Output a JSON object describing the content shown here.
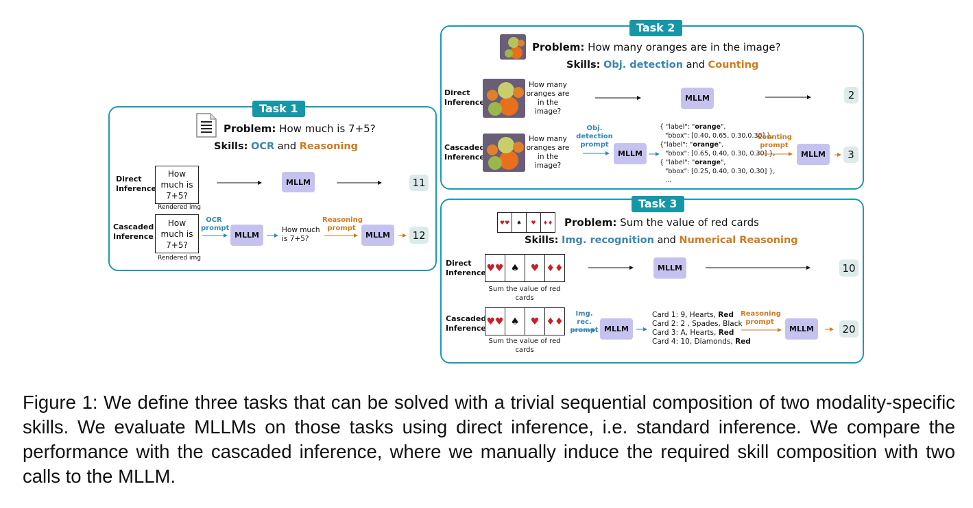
{
  "task1": {
    "title": "Task 1",
    "problem_label": "Problem:",
    "problem_text": "How much is 7+5?",
    "skills_label": "Skills:",
    "skill_a": "OCR",
    "and": "and",
    "skill_b": "Reasoning",
    "direct_label": "Direct\nInference",
    "cascaded_label": "Cascaded\nInference",
    "rendered_text": "How much is 7+5?",
    "rendered_caption": "Rendered img",
    "mllm": "MLLM",
    "direct_answer": "11",
    "ocr_prompt": "OCR prompt",
    "intermediate": "How much is  7+5?",
    "reasoning_prompt": "Reasoning prompt",
    "cascaded_answer": "12"
  },
  "task2": {
    "title": "Task 2",
    "problem_label": "Problem:",
    "problem_text": "How many oranges are in the image?",
    "skills_label": "Skills:",
    "skill_a": "Obj. detection",
    "and": "and",
    "skill_b": "Counting",
    "direct_label": "Direct\nInference",
    "cascaded_label": "Cascaded\nInference",
    "question": "How many oranges are in the image?",
    "mllm": "MLLM",
    "direct_answer": "2",
    "det_prompt": "Obj. detection prompt",
    "json_lines": [
      "{ \"label\": \"orange\",",
      "\"bbox\": [0.40, 0.65, 0.30,0.30] },",
      "{\"label\": \"orange\",",
      "\"bbox\": [0.65, 0.40, 0.30, 0.30] },",
      "{ \"label\": \"orange\",",
      "\"bbox\": [0.25, 0.40, 0.30, 0.30] },",
      "..."
    ],
    "count_prompt": "Counting prompt",
    "cascaded_answer": "3"
  },
  "task3": {
    "title": "Task 3",
    "problem_label": "Problem:",
    "problem_text": "Sum the value of red cards",
    "skills_label": "Skills:",
    "skill_a": "Img. recognition",
    "and": "and",
    "skill_b": "Numerical Reasoning",
    "direct_label": "Direct\nInference",
    "cascaded_label": "Cascaded\nInference",
    "cards_caption": "Sum the value of red cards",
    "mllm": "MLLM",
    "direct_answer": "10",
    "rec_prompt": "Img. rec. prompt",
    "card_lines": [
      {
        "pre": "Card 1: 9, Hearts, ",
        "color": "Red"
      },
      {
        "pre": "Card 2: 2 , Spades, Black",
        "color": ""
      },
      {
        "pre": "Card 3: A, Hearts, ",
        "color": "Red"
      },
      {
        "pre": "Card 4: 10, Diamonds, ",
        "color": "Red"
      }
    ],
    "reasoning_prompt": "Reasoning prompt",
    "cascaded_answer": "20"
  },
  "caption": "Figure 1: We define three tasks that can be solved with a trivial sequential composition of two modality-specific skills. We evaluate MLLMs on those tasks using direct inference, i.e. standard inference. We compare the performance with the cascaded inference, where we manually induce the required skill composition with two calls to the MLLM.",
  "colors": {
    "teal": "#1597a8",
    "mllm": "#c6c2f0",
    "answer_bg": "#ddeaec",
    "blue": "#3a86b5",
    "orange": "#d27a1c"
  }
}
